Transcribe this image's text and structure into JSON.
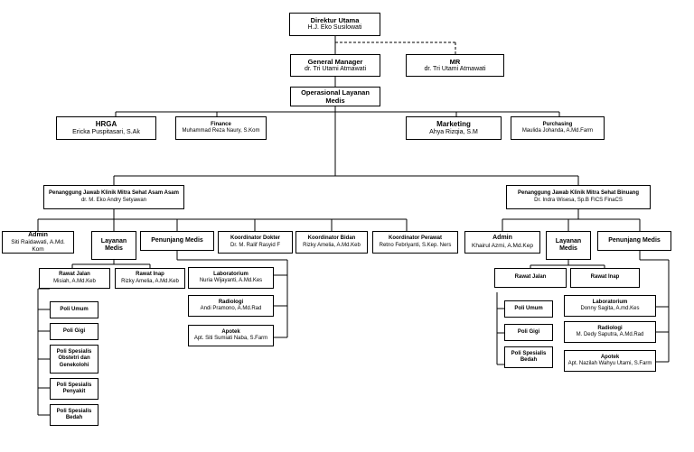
{
  "direktur": {
    "title": "Direktur Utama",
    "name": "H.J. Eko Susilowati"
  },
  "gm": {
    "title": "General Manager",
    "name": "dr. Tri Utami Atmawati"
  },
  "mr": {
    "title": "MR",
    "name": "dr. Tri Utami Atmawati"
  },
  "operasional": {
    "title": "Operasional Layanan Medis"
  },
  "hrga": {
    "title": "HRGA",
    "name": "Ericka Puspitasari, S.Ak"
  },
  "finance": {
    "title": "Finance",
    "name": "Muhammad Reza Naury, S.Kom"
  },
  "marketing": {
    "title": "Marketing",
    "name": "Ahya Rizqia, S.M"
  },
  "purchasing": {
    "title": "Purchasing",
    "name": "Maulida Johanda, A.Md.Farm"
  },
  "pj_asam": {
    "title": "Penanggung Jawab Klinik Mitra Sehat Asam Asam",
    "name": "dr. M. Eko Andry Setyawan"
  },
  "pj_binuang": {
    "title": "Penanggung Jawab Klinik Mitra Sehat Binuang",
    "name": "Dr. Indra Wisesa, Sp.B FICS FinaCS"
  },
  "koor_dokter": {
    "title": "Koordinator Dokter",
    "name": "Dr. M. Ralif Rasyid F"
  },
  "koor_bidan": {
    "title": "Koordinator Bidan",
    "name": "Rizky Amelia, A.Md.Keb"
  },
  "koor_perawat": {
    "title": "Koordinator Perawat",
    "name": "Retno Febriyanti, S.Kep. Ners"
  },
  "left": {
    "admin": {
      "title": "Admin",
      "name": "Siti Raidawati, A.Md. Kom"
    },
    "layanan": {
      "title": "Layanan Medis"
    },
    "penunjang": {
      "title": "Penunjang Medis"
    },
    "rawat_jalan": {
      "title": "Rawat Jalan",
      "name": "Misiah, A.Md.Keb"
    },
    "rawat_inap": {
      "title": "Rawat Inap",
      "name": "Rizky Amelia, A.Md.Keb"
    },
    "lab": {
      "title": "Laboratorium",
      "name": "Nuria Wijayanti, A.Md.Kes"
    },
    "radiologi": {
      "title": "Radiologi",
      "name": "Andi Pramono, A.Md.Rad"
    },
    "apotek": {
      "title": "Apotek",
      "name": "Apt. Siti Sumiati Naba, S.Farm"
    },
    "poli": [
      "Poli Umum",
      "Poli Gigi",
      "Poli Spesialis Obstetri dan Genekolohi",
      "Poli Spesialis Penyakit",
      "Poli Spesialis Bedah"
    ]
  },
  "right": {
    "admin": {
      "title": "Admin",
      "name": "Khairul Azmi, A.Md.Kep"
    },
    "layanan": {
      "title": "Layanan Medis"
    },
    "penunjang": {
      "title": "Penunjang Medis"
    },
    "rawat_jalan": {
      "title": "Rawat Jalan"
    },
    "rawat_inap": {
      "title": "Rawat Inap"
    },
    "lab": {
      "title": "Laboratorium",
      "name": "Donny Sagita, A.md.Kes"
    },
    "radiologi": {
      "title": "Radiologi",
      "name": "M. Dedy Saputra, A.Md.Rad"
    },
    "apotek": {
      "title": "Apotek",
      "name": "Apt. Nazilah Wahyu Utami, S.Farm"
    },
    "poli": [
      "Poli Umum",
      "Poli Gigi",
      "Poli Spesialis Bedah"
    ]
  }
}
